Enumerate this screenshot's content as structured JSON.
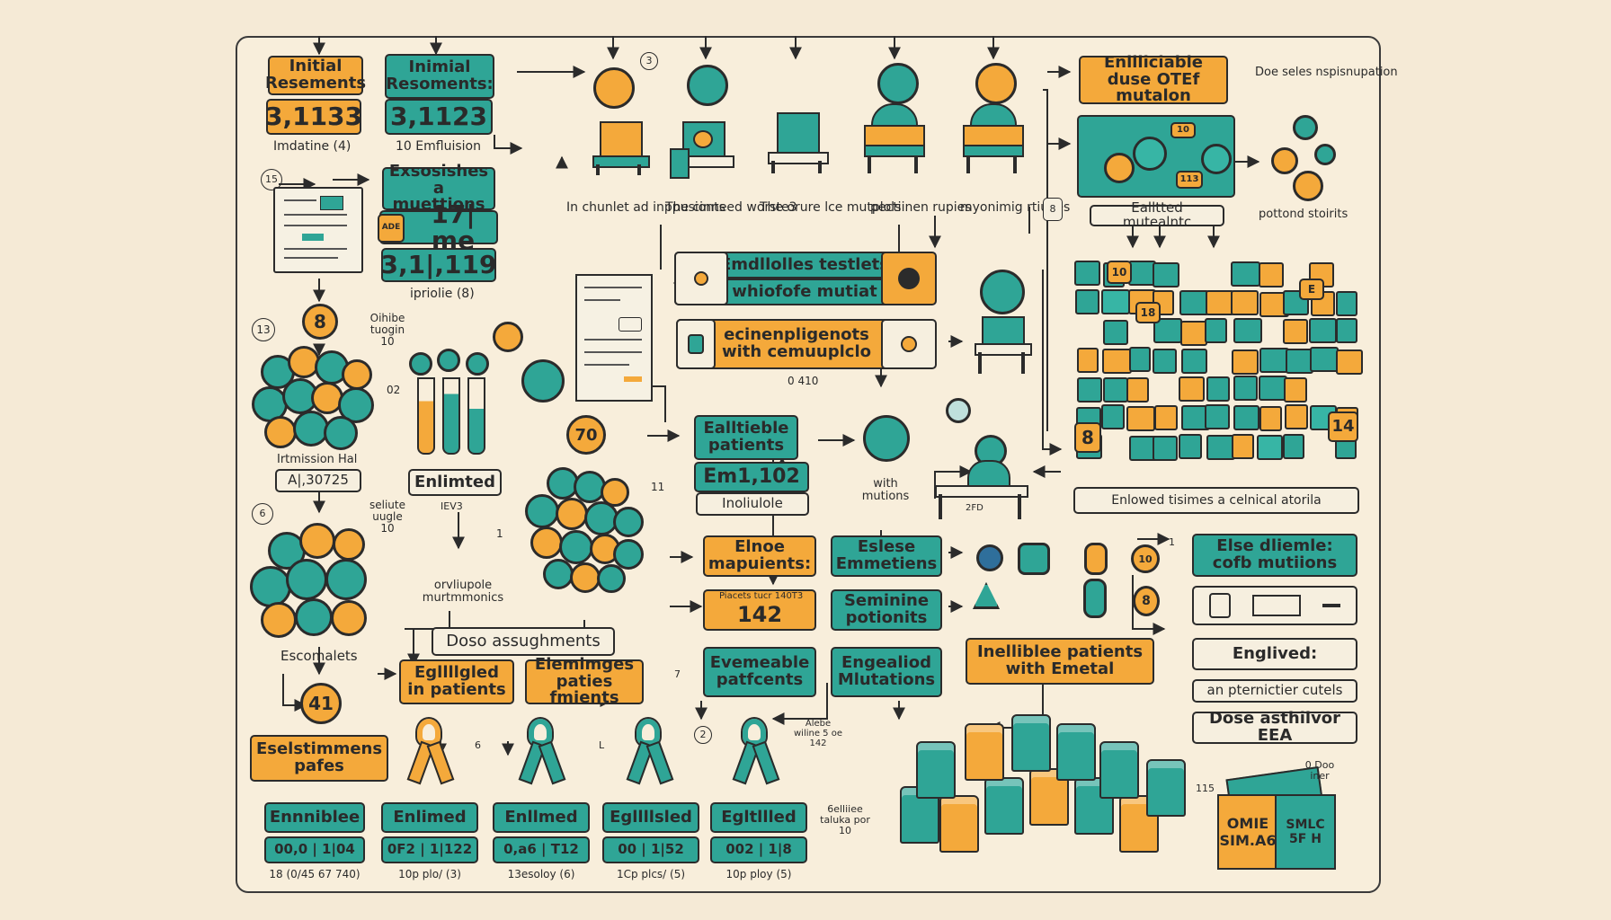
{
  "colors": {
    "orange": "#f4a93b",
    "teal": "#2fa596",
    "ink": "#2b2b2b",
    "paper": "#f8eedb"
  },
  "left": {
    "initial_orange": "Initial Resements",
    "val_orange": "3,1133",
    "initial_teal": "Inimial Resoments:",
    "val_teal": "3,1123",
    "lbl_imdatine": "Imdatine (4)",
    "lbl_emfluision": "10 Emfluision",
    "num_15": "15",
    "exosis_title": "Exsosishes a muettions",
    "exosis_tag": "ADE",
    "exosis_val1": "17| me",
    "exosis_val2": "3,1|,119",
    "lbl_ipriolle": "ipriolie (8)",
    "num_13": "13",
    "badge_8": "8",
    "lbl_ohibe": "Oihibe tuogin 10",
    "lbl_02": "02",
    "lbl_intmission": "Irtmission Hal",
    "val_as": "A|,30725",
    "num_6": "6",
    "lbl_seliute": "seliute uugle 10",
    "lbl_escomelets": "Escomalets",
    "badge_41": "41",
    "enlimted": "Enlimted",
    "lbl_iev3": "IEV3",
    "lbl_ovliupole": "orvliupole murtmmonics",
    "esel_title": "Eselstimmens pafes"
  },
  "center": {
    "num_3": "3",
    "col1": "In chunlet ad inppusionts",
    "col2": "The cinneed worste3",
    "col3": "The orure lce mutplols",
    "col4": "pectiinen rupies",
    "col5": "myonimig rtiuves",
    "emlli_title": "Emdllolles testlets",
    "emlli_sub": "whiofofe mutiat",
    "ecin_title": "ecinenpligenots with cemuuplclo",
    "lbl_0410": "0 410",
    "badge_70": "70",
    "lbl_11": "11",
    "lbl_1": "1",
    "eall_title": "Ealltieble patients",
    "eall_val": "Em1,102",
    "eall_sub": "Inoliulole",
    "with_mut": "with mutions",
    "elnoe_title": "Elnoe mapuients:",
    "placets": "Piacets tucr 140T3",
    "val_142": "142",
    "eslese_title": "Eslese Emmetiens",
    "semin_title": "Seminine potionits",
    "dose_assign": "Doso assughments",
    "egl_in": "Egllllgled in patients",
    "elem_pat": "Elemimges paties fmients",
    "lbl_7": "7",
    "evem_title": "Evemeable patfcents",
    "engea_title": "Engealiod Mlutations",
    "alebe": "Alebe wiline 5 oe 142",
    "num_2": "2",
    "lbl_6": "6",
    "lbl_L": "L"
  },
  "bottom": {
    "cards": [
      {
        "title": "Ennniblee",
        "val": "00,0 | 1|04",
        "sub": "18 (0/45 67 740)"
      },
      {
        "title": "Enlimed",
        "val": "0F2 | 1|122",
        "sub": "10p plo/ (3)"
      },
      {
        "title": "Enllmed",
        "val": "0,a6 | T12",
        "sub": "13esoloy (6)"
      },
      {
        "title": "Egllllsled",
        "val": "00 | 1|52",
        "sub": "1Cp plcs/ (5)"
      },
      {
        "title": "Egltllled",
        "val": "002 | 1|8",
        "sub": "10p ploy (5)"
      }
    ],
    "tally": "6elliiee taluka por 10",
    "lbl_115": "115"
  },
  "right": {
    "title_orange": "Enllliciable duse OTEf mutalon",
    "dose_seles": "Doe seles nspisnupation",
    "ealltted": "Ealltted mutealntc",
    "potiond": "pottond stoirits",
    "lbl_8": "8",
    "enlowed": "Enlowed tisimes a celnical atorila",
    "else_title": "Else dliemle: cofb mutiions",
    "inel_title": "Inelliblee patients with Emetal",
    "englived": "Englived:",
    "pernict": "an pternictier cutels",
    "dose_eea": "Dose asthilvor EEA",
    "doo_iner": "0 Doo iner",
    "box_text": "OMIE SIM.A6",
    "box_text2": "SMLC 5F H",
    "lbl_1": "1",
    "lbl_2fd": "2FD",
    "tile_nums": [
      "10",
      "18",
      "14",
      "8",
      "113",
      "10",
      "E"
    ]
  }
}
